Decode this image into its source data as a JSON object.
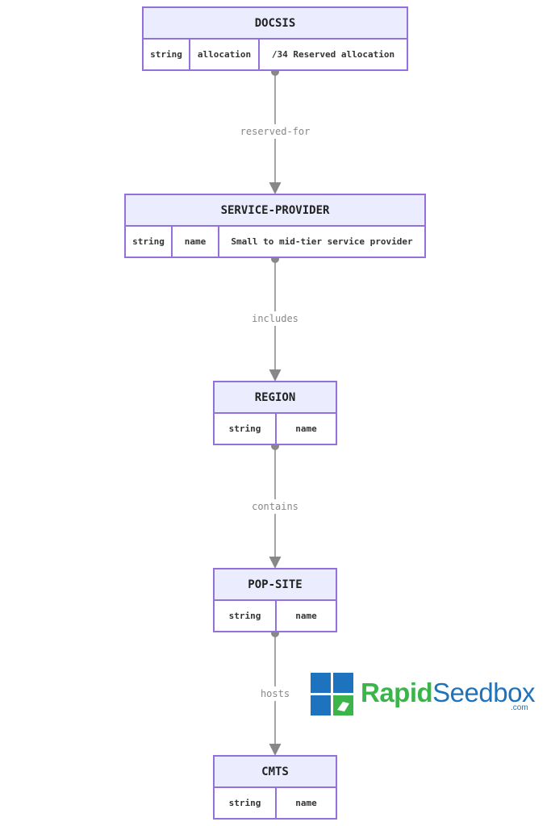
{
  "entities": {
    "docsis": {
      "title": "DOCSIS",
      "type": "string",
      "name": "allocation",
      "comment": "/34 Reserved allocation"
    },
    "service_provider": {
      "title": "SERVICE-PROVIDER",
      "type": "string",
      "name": "name",
      "comment": "Small to mid-tier service provider"
    },
    "region": {
      "title": "REGION",
      "type": "string",
      "name": "name"
    },
    "pop_site": {
      "title": "POP-SITE",
      "type": "string",
      "name": "name"
    },
    "cmts": {
      "title": "CMTS",
      "type": "string",
      "name": "name"
    }
  },
  "relations": {
    "reserved_for": "reserved-for",
    "includes": "includes",
    "contains": "contains",
    "hosts": "hosts"
  },
  "watermark": {
    "brand_a": "Rapid",
    "brand_b": "Seedbox",
    "suffix": ".com",
    "icon": "rapidseedbox-logo-icon"
  },
  "colors": {
    "border": "#9370DB",
    "header_bg": "#ECECFF",
    "edge": "#888888",
    "brand_green": "#3BB54A",
    "brand_blue": "#1E73BE"
  }
}
